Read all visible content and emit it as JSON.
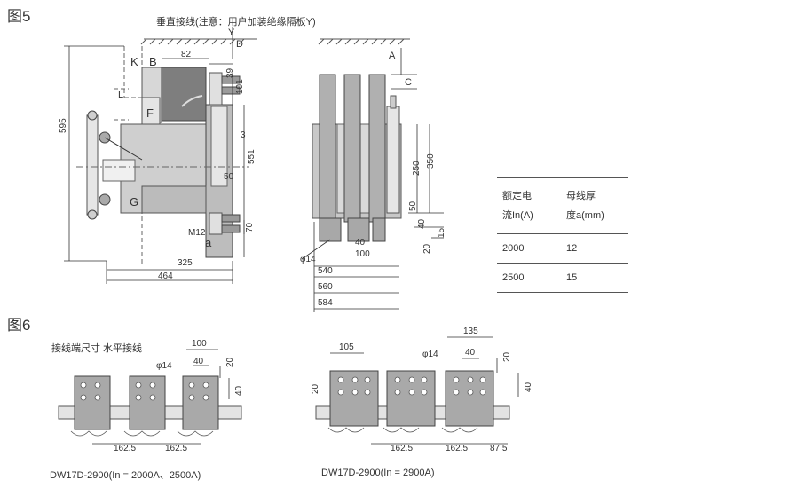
{
  "fig5": {
    "label": "图5",
    "note": "垂直接线(注意：用户加装绝缘隔板Y)",
    "side_view": {
      "letters": [
        "Y",
        "D",
        "K",
        "B",
        "L",
        "F",
        "G",
        "a",
        "M12"
      ],
      "dims": [
        "82",
        "39",
        "101",
        "3",
        "551",
        "50",
        "70",
        "595",
        "325",
        "464"
      ]
    },
    "front_view": {
      "letters": [
        "A",
        "C"
      ],
      "phi": "φ14",
      "dims": [
        "250",
        "350",
        "50",
        "40",
        "15",
        "20",
        "40",
        "100",
        "540",
        "560",
        "584"
      ]
    }
  },
  "table": {
    "col1_line1": "额定电",
    "col1_line2": "流In(A)",
    "col2_line1": "母线厚",
    "col2_line2": "度a(mm)",
    "rows": [
      {
        "current": "2000",
        "thickness": "12"
      },
      {
        "current": "2500",
        "thickness": "15"
      }
    ]
  },
  "fig6": {
    "label": "图6",
    "subtitle": "接线端尺寸  水平接线",
    "left": {
      "dims": [
        "100",
        "40",
        "20",
        "40",
        "162.5",
        "162.5"
      ],
      "phi": "φ14",
      "caption": "DW17D-2900(In = 2000A、2500A)"
    },
    "right": {
      "dims": [
        "105",
        "135",
        "40",
        "20",
        "20",
        "40",
        "162.5",
        "162.5",
        "87.5"
      ],
      "phi": "φ14",
      "caption": "DW17D-2900(In = 2900A)"
    }
  }
}
